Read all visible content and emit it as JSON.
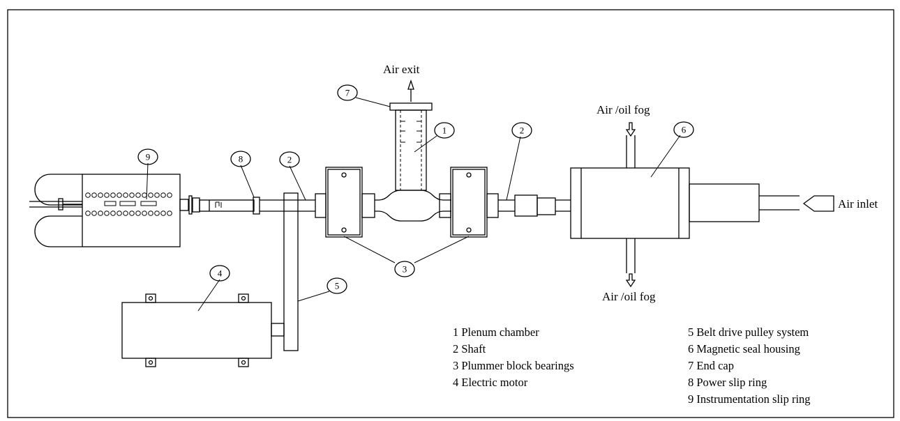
{
  "labels": {
    "air_exit": "Air exit",
    "air_oil_fog_top": "Air /oil fog",
    "air_oil_fog_bottom": "Air /oil fog",
    "air_inlet": "Air inlet"
  },
  "callouts": [
    "9",
    "8",
    "2",
    "7",
    "1",
    "2",
    "6",
    "3",
    "4",
    "5"
  ],
  "legend": {
    "left": [
      "1 Plenum chamber",
      "2 Shaft",
      "3 Plummer block bearings",
      "4 Electric motor"
    ],
    "right": [
      "5 Belt drive pulley system",
      "6 Magnetic seal housing",
      "7 End cap",
      "8 Power slip ring",
      "9 Instrumentation slip ring"
    ]
  },
  "colors": {
    "line": "#000000",
    "background": "#ffffff"
  }
}
